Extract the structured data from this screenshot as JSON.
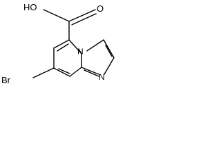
{
  "molecule": {
    "labels": {
      "hydroxyl": "HO",
      "carbonyl_oxygen": "O",
      "bridge_nitrogen": "N",
      "imidazole_nitrogen": "N",
      "bromine": "Br"
    }
  }
}
